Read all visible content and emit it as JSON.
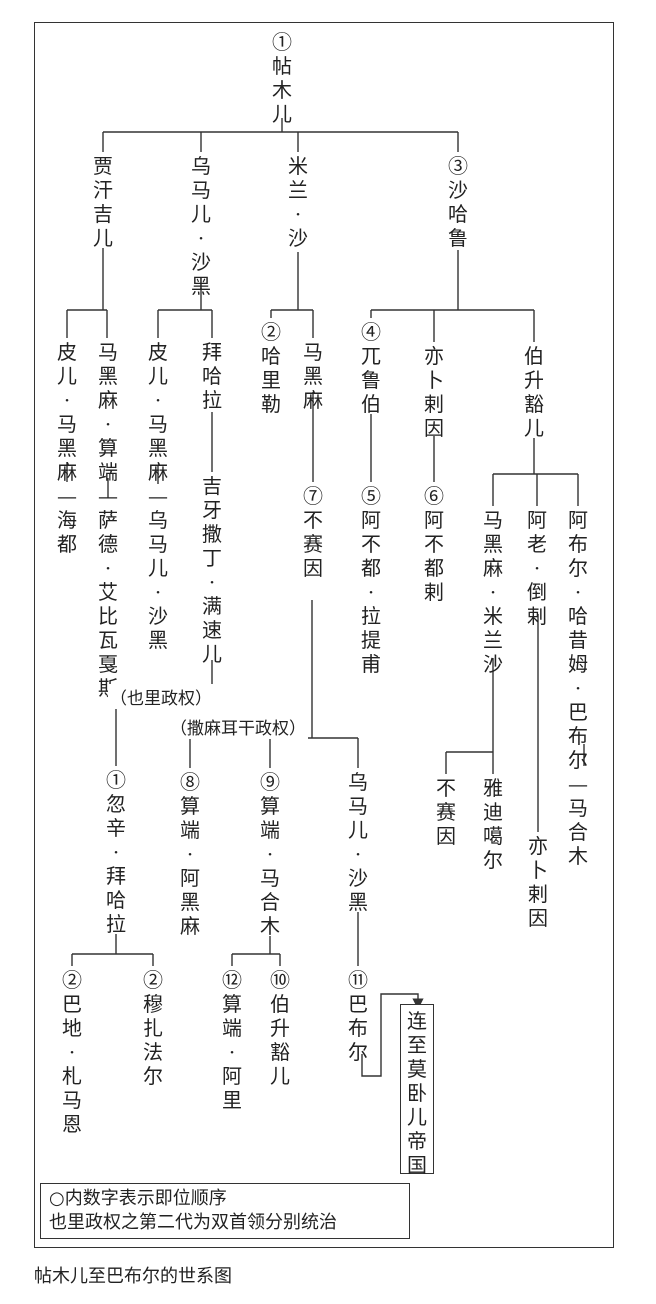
{
  "nodes": {
    "timur": "①帖木儿",
    "jahangir": "贾汗吉儿",
    "umar_shaikh_1": "乌马儿·沙黑",
    "miran_shah": "米兰·沙",
    "shah_rukh": "③沙哈鲁",
    "pir_muhammad_j": "皮儿·马黑麻—海都",
    "muhammad_sultan": "马黑麻·算端—萨德·艾比瓦戛斯",
    "pir_muhammad_u": "皮儿·马黑麻—乌马儿·沙黑",
    "bayqara_1": "拜哈拉",
    "ghiyath_mansur": "吉牙撒丁·满速儿",
    "khalil": "②哈里勒",
    "muhammad_m": "马黑麻",
    "abu_said": "⑦不赛因",
    "ulugh_beg": "④兀鲁伯",
    "ibrahim": "亦卜剌因",
    "baysunghur": "伯升豁儿",
    "abd_latif": "⑤阿不都·拉提甫",
    "abdallah": "⑥阿不都剌",
    "muhammad_mirza": "马黑麻·米兰沙",
    "ala_dawla": "阿老·倒剌",
    "babur_harat": "阿布尔·哈昔姆·巴布尔—马合木",
    "abu_said_2": "不赛因",
    "yadgar": "雅迪噶尔",
    "ibrahim_2": "亦卜剌因",
    "husayn": "①忽辛·拜哈拉",
    "sultan_ahmad": "⑧算端·阿黑麻",
    "sultan_mahmud": "⑨算端·马合木",
    "umar_shaikh_2": "乌马儿·沙黑",
    "badi": "②巴地·札马恩",
    "muzaffar": "②穆扎法尔",
    "sultan_ali": "⑫算端·阿里",
    "baysunghur_2": "⑩伯升豁儿",
    "babur": "⑪巴布尔",
    "mughal": "连至莫卧儿帝国"
  },
  "group_labels": {
    "yeli": "（也里政权）",
    "samarkand": "（撒麻耳干政权）"
  },
  "legend": {
    "line1": "○内数字表示即位顺序",
    "line2": "也里政权之第二代为双首领分别统治"
  },
  "caption": "帖木儿至巴布尔的世系图"
}
